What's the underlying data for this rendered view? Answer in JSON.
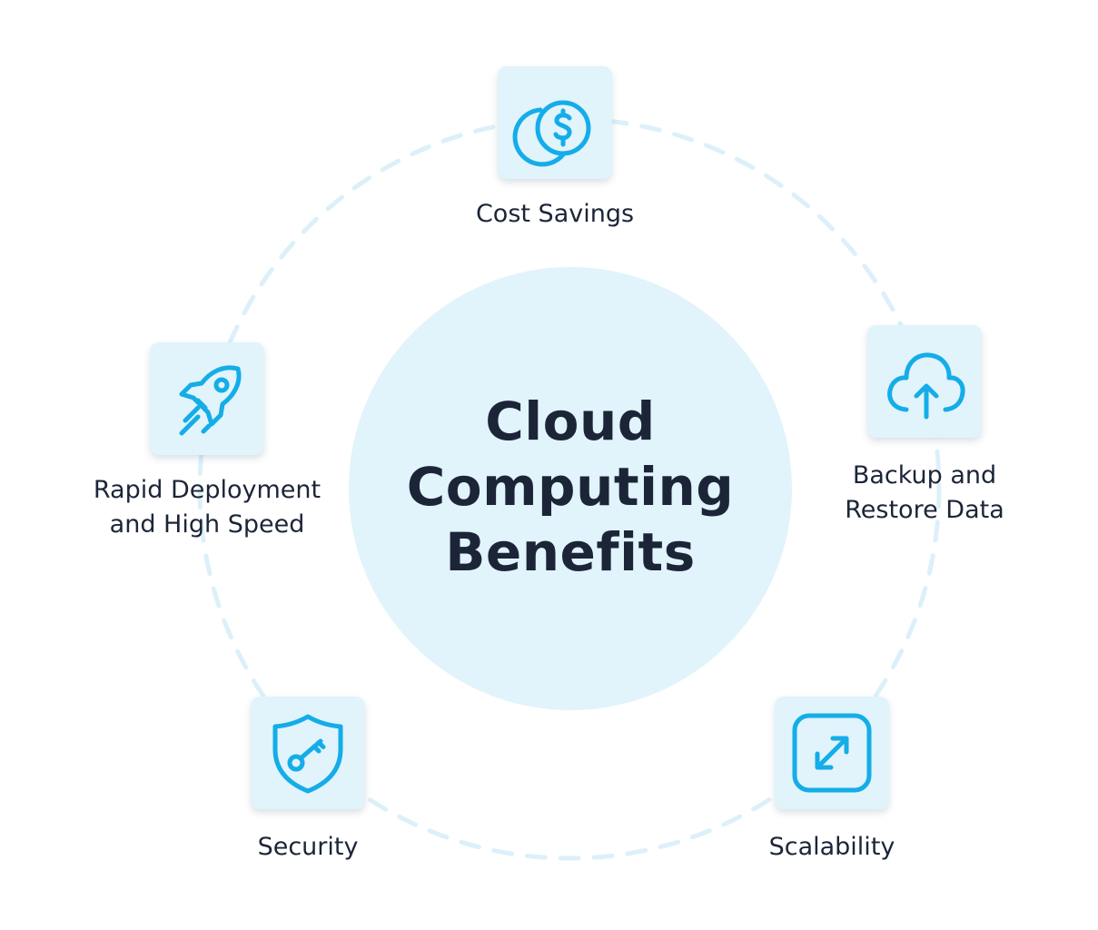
{
  "diagram": {
    "title_lines": [
      "Cloud",
      "Computing",
      "Benefits"
    ],
    "colors": {
      "icon": "#14ade8",
      "tile_bg": "#e1f3fb",
      "center_bg": "#e1f3fb",
      "ring_dash": "#dcf0fa",
      "text": "#1c2538"
    },
    "benefits": [
      {
        "label_lines": [
          "Cost Savings"
        ],
        "icon": "coins-dollar-icon"
      },
      {
        "label_lines": [
          "Backup and",
          "Restore Data"
        ],
        "icon": "cloud-upload-icon"
      },
      {
        "label_lines": [
          "Scalability"
        ],
        "icon": "expand-arrows-icon"
      },
      {
        "label_lines": [
          "Security"
        ],
        "icon": "shield-key-icon"
      },
      {
        "label_lines": [
          "Rapid Deployment",
          "and High Speed"
        ],
        "icon": "rocket-icon"
      }
    ]
  }
}
